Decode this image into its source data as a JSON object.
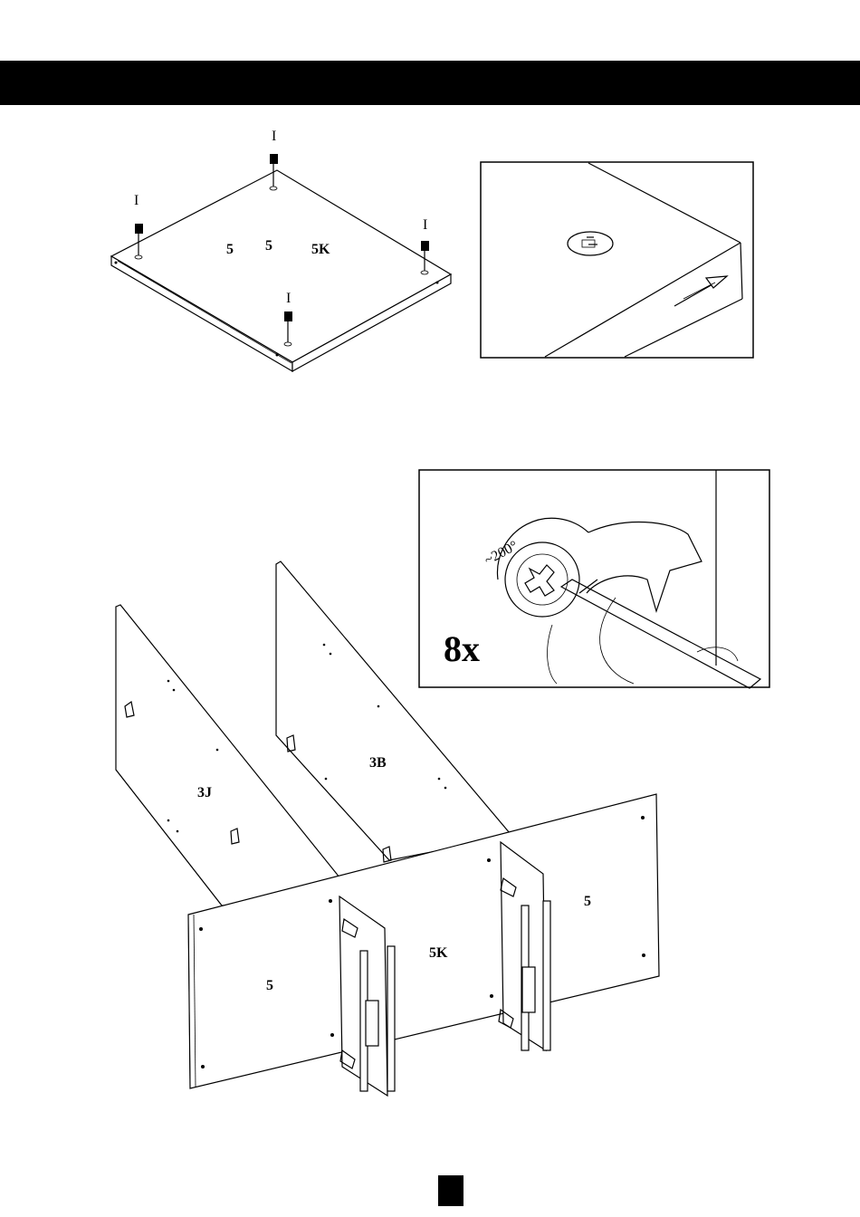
{
  "step1": {
    "labels": {
      "feet_top": "I",
      "feet_left": "I",
      "feet_right": "I",
      "feet_bottom": "I",
      "panel_a": "5",
      "panel_b": "5",
      "panel_c": "5K"
    }
  },
  "step2": {
    "labels": {
      "side_left": "3J",
      "side_mid": "3B",
      "base": "5K",
      "panel_left": "5",
      "panel_right": "5"
    },
    "detail": {
      "rotation": "~200°",
      "quantity": "8x"
    }
  },
  "icons": [
    "cam-lock-icon",
    "screwdriver-icon",
    "rotation-arrow-icon",
    "direction-arrow-icon"
  ]
}
